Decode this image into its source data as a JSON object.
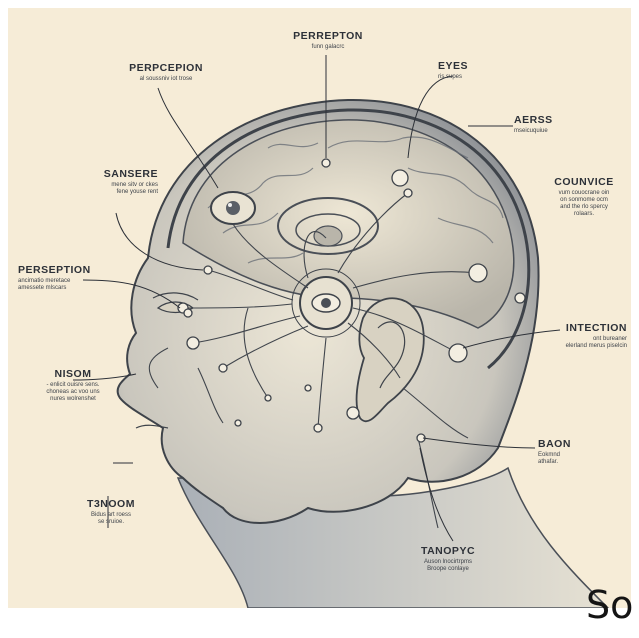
{
  "labels": {
    "perreption": {
      "title": "PERREPTON",
      "sub": "funn galacrc"
    },
    "perpcepion": {
      "title": "PERPCEPION",
      "sub": "al soussniv iot trose"
    },
    "eyes": {
      "title": "EYES",
      "sub": "ris supes"
    },
    "aerss": {
      "title": "AERSS",
      "sub": "mseicuquiue"
    },
    "sansere": {
      "title": "SANSERE",
      "sub": "mene sitv or ckes\nfene youse rent"
    },
    "counvice": {
      "title": "COUNVICE",
      "sub": "vum couocrane oin\non sonmome ocm\nand the rlo spercy\nrolaars."
    },
    "perseption": {
      "title": "PERSEPTION",
      "sub": "ancimatio meretace\namessete mlscars"
    },
    "intection": {
      "title": "INTECTION",
      "sub": "ont bureaner\nelerland merus piselcin"
    },
    "nisom": {
      "title": "NISOM",
      "sub": "- enlicit ouisre sens.\nchoneas ac voo uns\nnures wolrenshet"
    },
    "baon": {
      "title": "BAON",
      "sub": "Eokmnd\nathafar."
    },
    "tsnoom": {
      "title": "T3NOOM",
      "sub": "Bidus art roess\nse sruioe."
    },
    "tanopy": {
      "title": "TANOPYC",
      "sub": "Auson lnocirtrpms\nBroope conlaye"
    }
  },
  "watermark": "So",
  "colors": {
    "paper": "#f6ecd7",
    "ink": "#2d3138",
    "skin": "#e3dccb",
    "brain": "#ddd6c4",
    "shade": "#6b7078"
  }
}
